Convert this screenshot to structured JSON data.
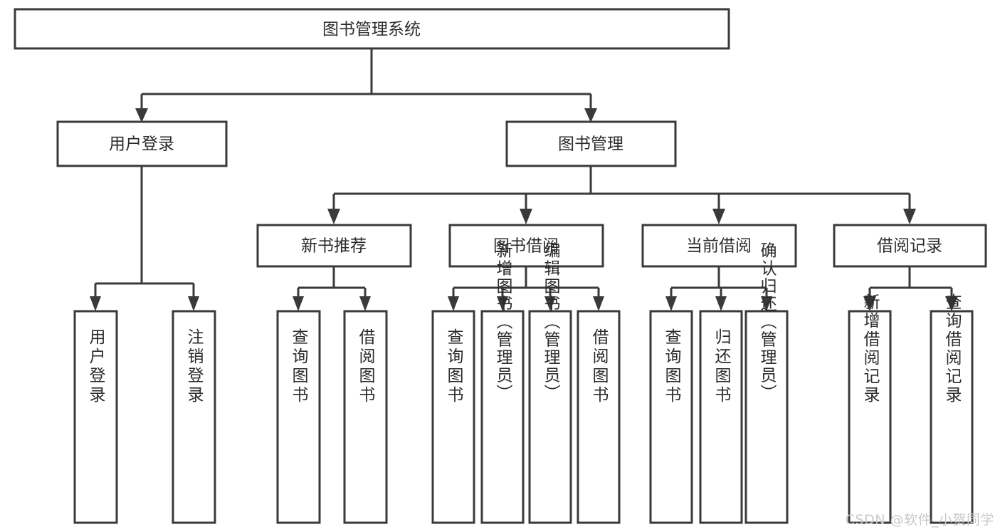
{
  "diagram": {
    "type": "tree",
    "title": "图书管理系统",
    "orientation": "top-down",
    "colors": {
      "box_fill": "#ffffff",
      "box_stroke": "#3a3a3a",
      "text": "#2b2b2b",
      "watermark": "#c9c9c9",
      "background": "#ffffff"
    },
    "root": {
      "label": "图书管理系统"
    },
    "level2": [
      {
        "label": "用户登录"
      },
      {
        "label": "图书管理"
      }
    ],
    "level3": [
      {
        "label": "新书推荐"
      },
      {
        "label": "图书借阅"
      },
      {
        "label": "当前借阅"
      },
      {
        "label": "借阅记录"
      }
    ],
    "leaves": {
      "user_login": [
        {
          "label": "用户登录"
        },
        {
          "label": "注销登录"
        }
      ],
      "new_book_recommend": [
        {
          "label": "查询图书"
        },
        {
          "label": "借阅图书"
        }
      ],
      "book_borrow": [
        {
          "label": "查询图书"
        },
        {
          "label": "新增图书（管理员）"
        },
        {
          "label": "编辑图书（管理员）"
        },
        {
          "label": "借阅图书"
        }
      ],
      "current_borrow": [
        {
          "label": "查询图书"
        },
        {
          "label": "归还图书"
        },
        {
          "label": "确认归还（管理员）"
        }
      ],
      "borrow_record": [
        {
          "label": "新增借阅记录"
        },
        {
          "label": "查询借阅记录"
        }
      ]
    }
  },
  "watermark": {
    "text": "CSDN @软件_小贺同学"
  }
}
